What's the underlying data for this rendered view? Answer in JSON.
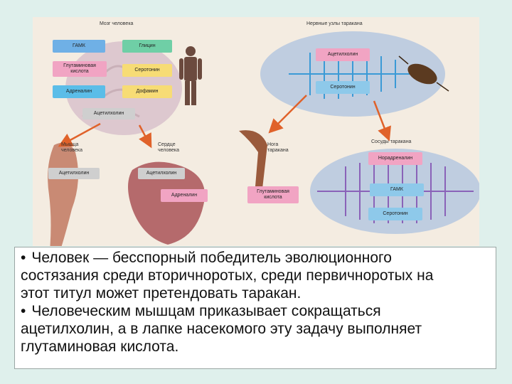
{
  "figure": {
    "brain_title": "Мозг человека",
    "cockroach_title": "Нервные узлы таракана",
    "brain_chips": {
      "gaba": "ГАМК",
      "glycine": "Глицин",
      "glutamate": "Глутаминовая кислота",
      "serotonin": "Серотонин",
      "adrenaline": "Адреналин",
      "dopamine": "Дофамин",
      "acetylcholine": "Ацетилхолин"
    },
    "muscle": {
      "title": "Мышца человека",
      "chip": "Ацетилхолин"
    },
    "heart": {
      "title": "Сердце человека",
      "chip1": "Ацетилхолин",
      "chip2": "Адреналин"
    },
    "leg": {
      "title": "Нога таракана",
      "chip": "Глутаминовая кислота"
    },
    "ganglia": {
      "chip1": "Ацетилхолин",
      "chip2": "Серотонин"
    },
    "vessels": {
      "title": "Сосуды таракана",
      "chip1": "Норадреналин",
      "chip2": "ГАМК",
      "chip3": "Серотонин"
    },
    "colors": {
      "arrow": "#e0622a",
      "ellipse": "#bfcde0"
    }
  },
  "text": {
    "bullet_char": "•",
    "p1_l1": "Человек — бесспорный победитель эволюционного",
    "p1_l2": "состязания среди вторичноротых, среди первичноротых на",
    "p1_l3": "этот титул может претендовать таракан.",
    "p2_l1": "Человеческим мышцам приказывает сокращаться",
    "p2_l2": "ацетилхолин, а в лапке насекомого эту задачу выполняет",
    "p2_l3": "глутаминовая кислота."
  }
}
